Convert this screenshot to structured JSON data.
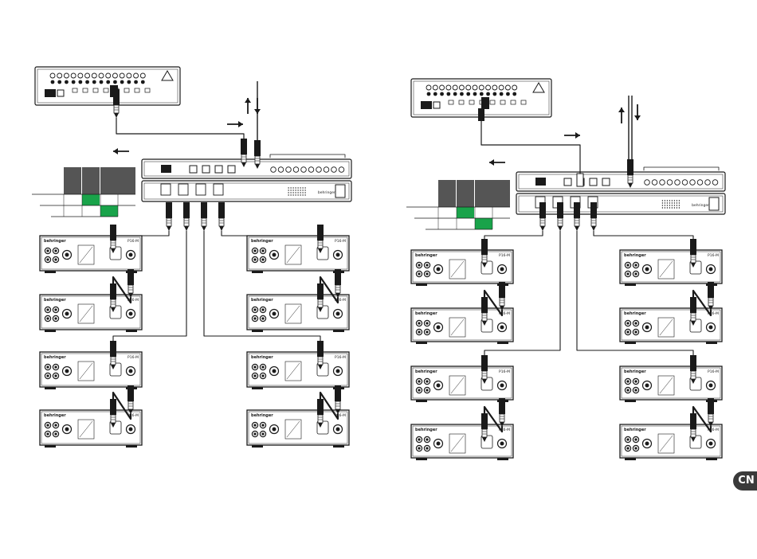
{
  "page": {
    "language_badge": "CN"
  },
  "diagrams": [
    {
      "id": "left",
      "mixer_label": "",
      "snake_label": "",
      "receiver_brand": "behringer",
      "receivers": [
        {
          "brand": "behringer",
          "model": "P16-M"
        },
        {
          "brand": "behringer",
          "model": "P16-M"
        },
        {
          "brand": "behringer",
          "model": "P16-M"
        },
        {
          "brand": "behringer",
          "model": "P16-M"
        },
        {
          "brand": "behringer",
          "model": "P16-M"
        },
        {
          "brand": "behringer",
          "model": "P16-M"
        },
        {
          "brand": "behringer",
          "model": "P16-M"
        },
        {
          "brand": "behringer",
          "model": "P16-M"
        }
      ]
    },
    {
      "id": "right",
      "mixer_label": "",
      "snake_label": "",
      "receiver_brand": "behringer",
      "receivers": [
        {
          "brand": "behringer",
          "model": "P16-M"
        },
        {
          "brand": "behringer",
          "model": "P16-M"
        },
        {
          "brand": "behringer",
          "model": "P16-M"
        },
        {
          "brand": "behringer",
          "model": "P16-M"
        },
        {
          "brand": "behringer",
          "model": "P16-M"
        },
        {
          "brand": "behringer",
          "model": "P16-M"
        },
        {
          "brand": "behringer",
          "model": "P16-M"
        },
        {
          "brand": "behringer",
          "model": "P16-M"
        }
      ]
    }
  ],
  "colors": {
    "line": "#1a1a1a",
    "panel_fill": "#ffffff",
    "legend_dark": "#555555",
    "legend_green": "#19a34a"
  }
}
